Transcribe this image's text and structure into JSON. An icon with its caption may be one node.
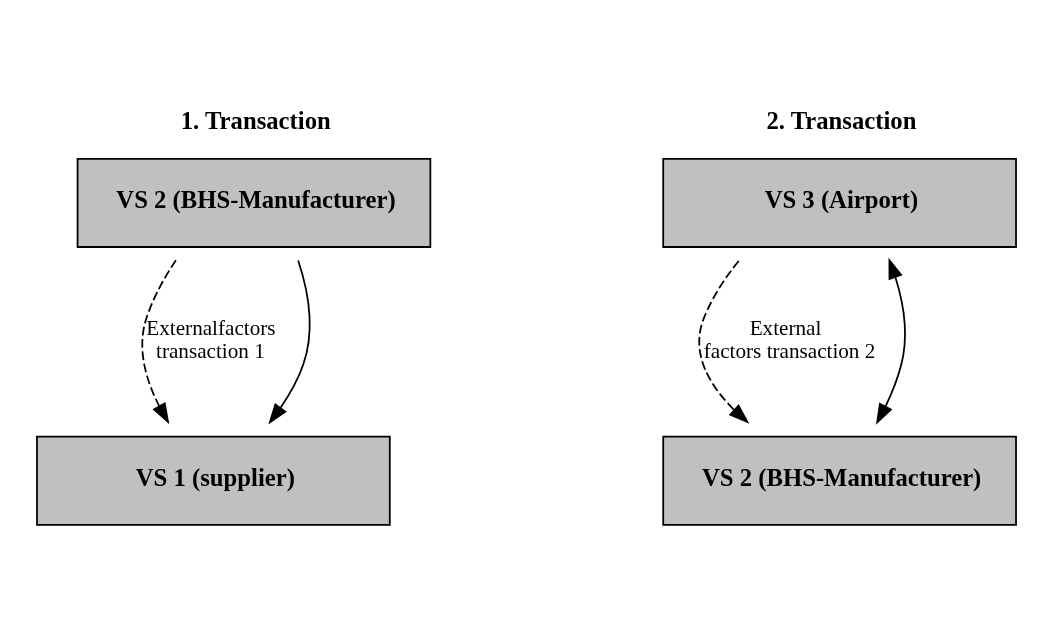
{
  "diagram": {
    "nodes": [
      {
        "text": [
          "2. Transaction",
          "VS 3 (Airport)"
        ]
      },
      {
        "text": [
          "VS 2 (BHS-Manufacturer)"
        ]
      },
      {
        "text": [
          "1. Transaction",
          "VS 2 (BHS-Manufacturer)"
        ]
      },
      {
        "text": [
          "VS 1 (supplier)"
        ]
      }
    ],
    "edges": [
      {
        "from": 0,
        "to": 1,
        "arrow": "to",
        "style": "dashed",
        "label": "External  factors transaction 2"
      },
      {
        "from": 0,
        "to": 1,
        "arrow": "both"
      },
      {
        "from": 2,
        "to": 3,
        "arrow": "to",
        "style": "dashed",
        "label": "Externalfactors transaction 1"
      },
      {
        "from": 2,
        "to": 3,
        "arrow": "to"
      }
    ]
  }
}
